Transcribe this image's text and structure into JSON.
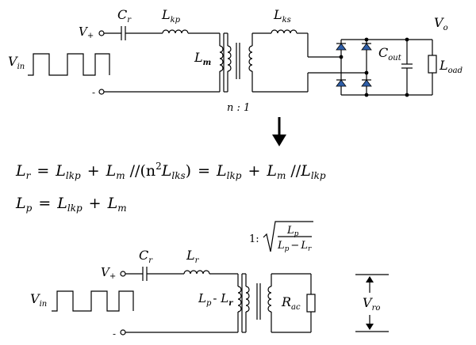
{
  "top": {
    "vplus": "V",
    "vplus_sub": "+",
    "vminus": "-",
    "vin": "V",
    "vin_sub": "in",
    "cr": "C",
    "cr_sub": "r",
    "lkp": "L",
    "lkp_sub": "kp",
    "lm": "L",
    "lm_sub": "m",
    "lks": "L",
    "lks_sub": "ks",
    "ratio": "n : 1",
    "cout": "C",
    "cout_sub": "out",
    "load": "L",
    "load_sub": "oad",
    "vo": "V",
    "vo_sub": "o"
  },
  "equations": {
    "eq1": {
      "lhs": "L",
      "lhs_sub": "r",
      "t1": "L",
      "t1_sub": "lkp",
      "t2": "L",
      "t2_sub": "m",
      "t3_pre": "(n",
      "t3_sup": "2",
      "t3": "L",
      "t3_sub": "lks",
      "t3_post": ")",
      "t4": "L",
      "t4_sub": "lkp",
      "t5": "L",
      "t5_sub": "m",
      "t6": "L",
      "t6_sub": "lkp"
    },
    "eq2": {
      "lhs": "L",
      "lhs_sub": "p",
      "t1": "L",
      "t1_sub": "lkp",
      "t2": "L",
      "t2_sub": "m"
    },
    "ops": {
      "eq": "=",
      "plus": "+",
      "par": "//"
    }
  },
  "bottom": {
    "vplus": "V",
    "vplus_sub": "+",
    "vminus": "-",
    "vin": "V",
    "vin_sub": "in",
    "cr": "C",
    "cr_sub": "r",
    "lr": "L",
    "lr_sub": "r",
    "lp": "L",
    "lp_sub": "p",
    "lp_dash": "- ",
    "lp2": "L",
    "lp2_sub": "r",
    "ratio_pre": "1:",
    "frac_num": "L",
    "frac_num_sub": "p",
    "frac_den1": "L",
    "frac_den1_sub": "p",
    "frac_minus": "−",
    "frac_den2": "L",
    "frac_den2_sub": "r",
    "rac": "R",
    "rac_sub": "ac",
    "vro": "V",
    "vro_sub": "ro"
  },
  "colors": {
    "diode": "#2e5ea8",
    "wire": "#000000"
  }
}
